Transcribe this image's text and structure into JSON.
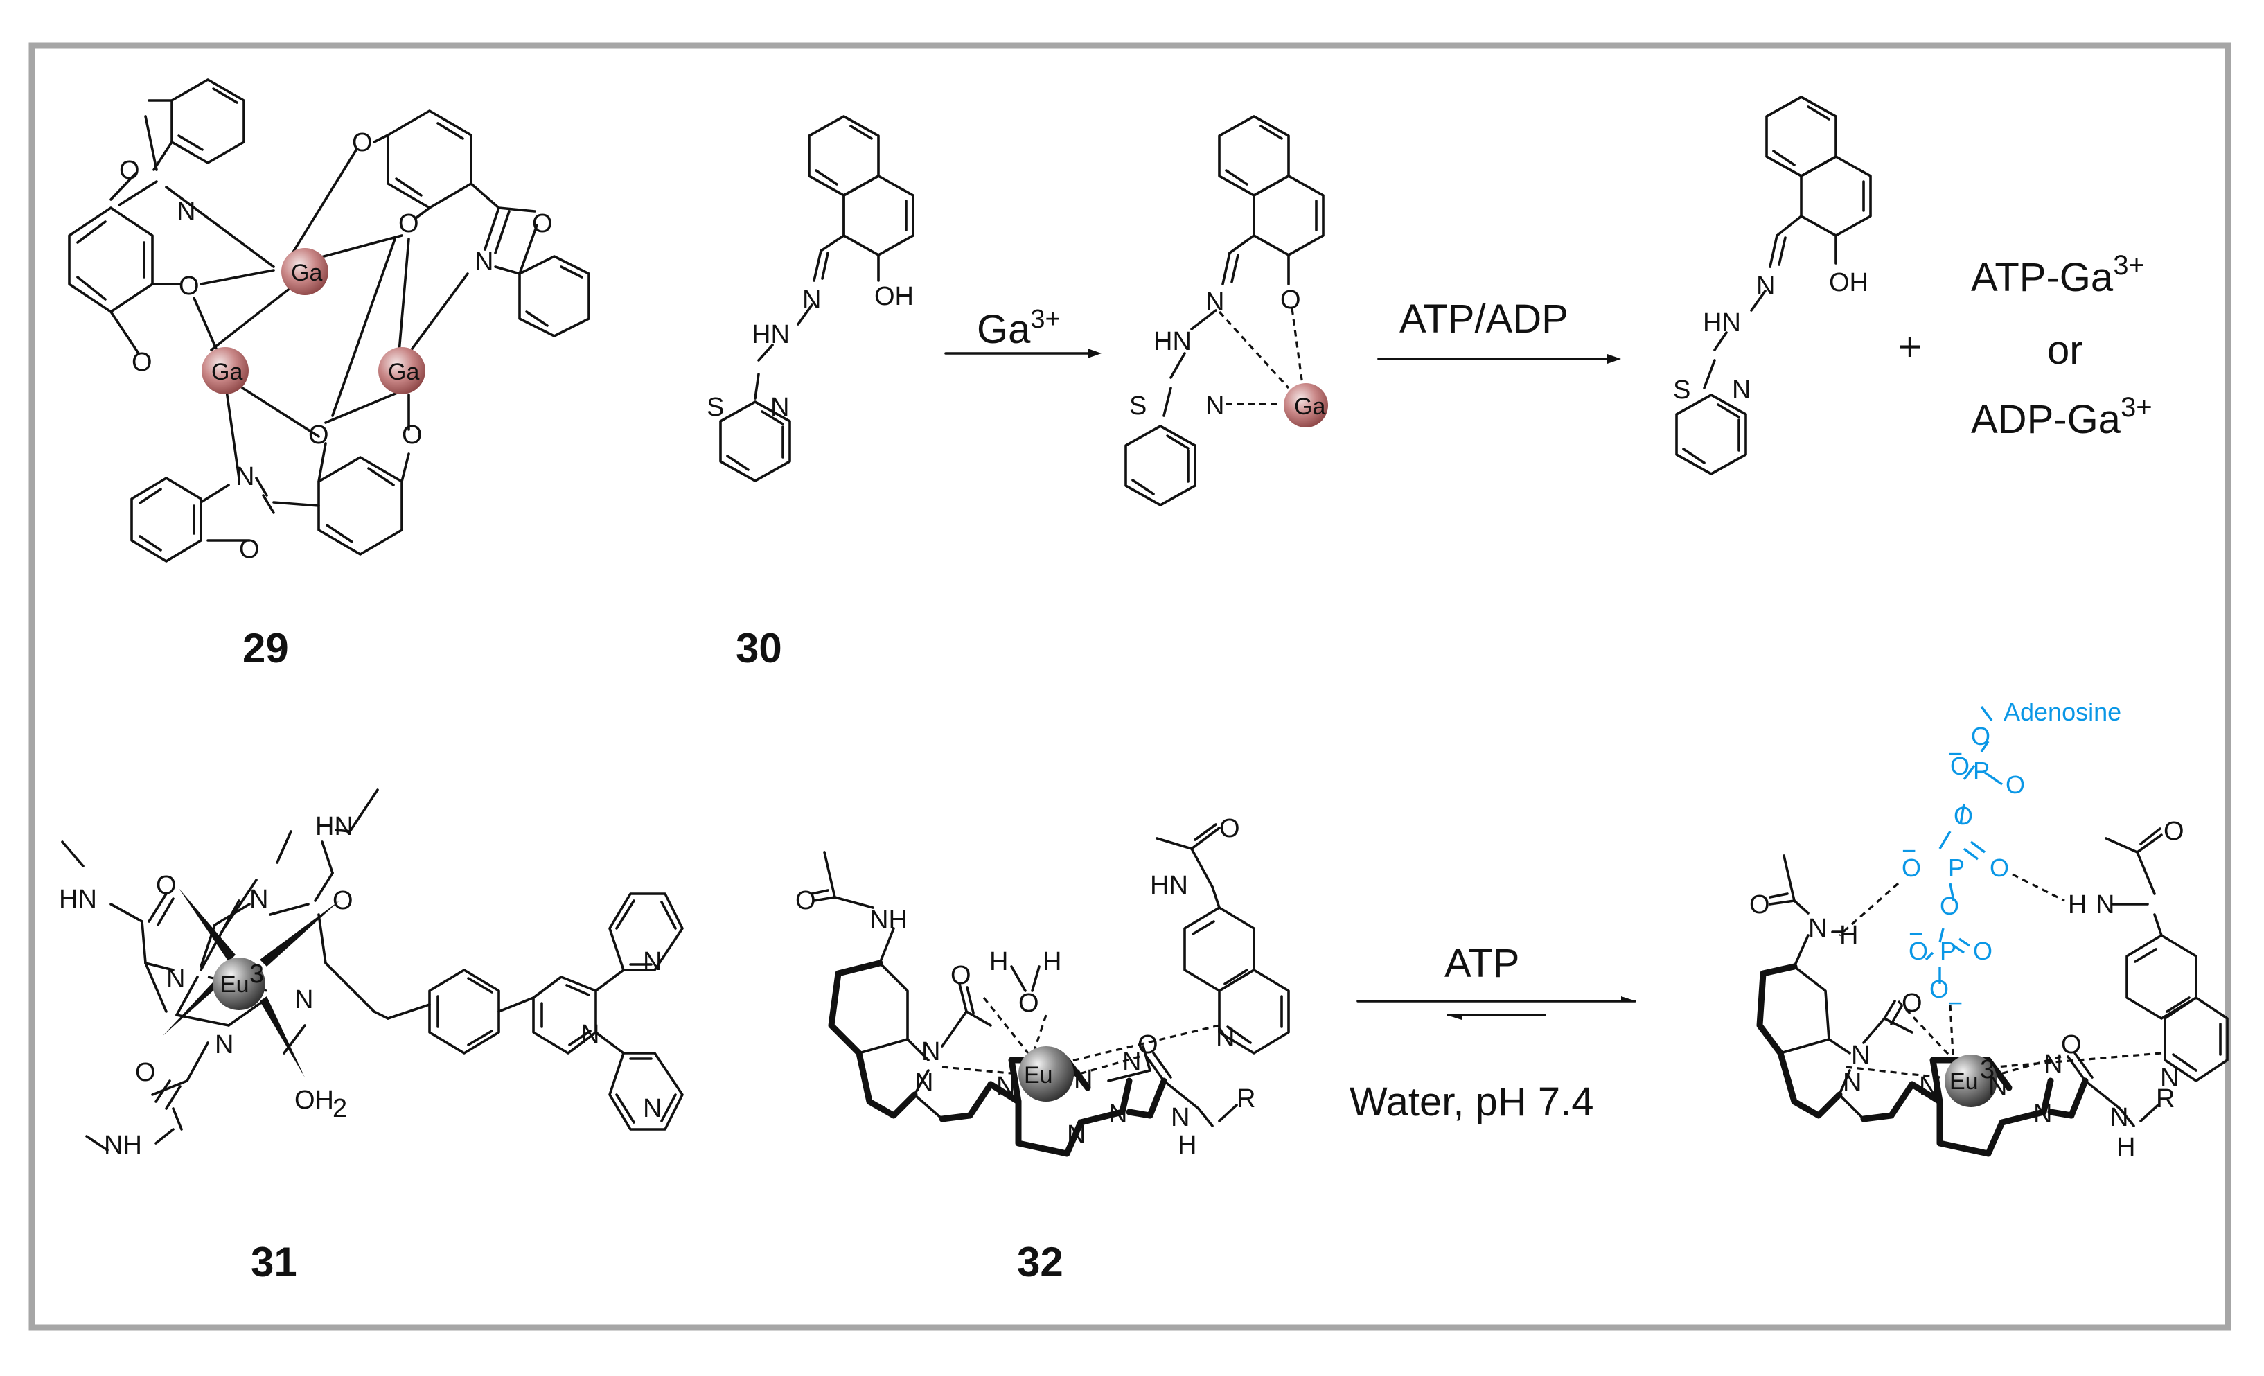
{
  "compounds": {
    "c29": "29",
    "c30": "30",
    "c31": "31",
    "c32": "32"
  },
  "reagents": {
    "ga": "Ga",
    "ga_charge": "3+",
    "atp_adp": "ATP/ADP",
    "atp": "ATP",
    "conditions": "Water, pH 7.4"
  },
  "products": {
    "plus": "+",
    "line1": "ATP-Ga",
    "line1_charge": "3+",
    "or": "or",
    "line2": "ADP-Ga",
    "line2_charge": "3+"
  },
  "atoms": {
    "N": "N",
    "O": "O",
    "S": "S",
    "H": "H",
    "P": "P",
    "R": "R",
    "Ga": "Ga",
    "Eu": "Eu",
    "Eu3": "3",
    "HN": "HN",
    "NH": "NH",
    "OH": "OH",
    "OH2": "OH",
    "H2": "2",
    "minus": "−"
  },
  "adenosine": "Adenosine",
  "colors": {
    "frame": "#a6a6a6",
    "ga_sphere": "#c98787",
    "eu_sphere": "#777777",
    "phosphate": "#0a97e6"
  }
}
